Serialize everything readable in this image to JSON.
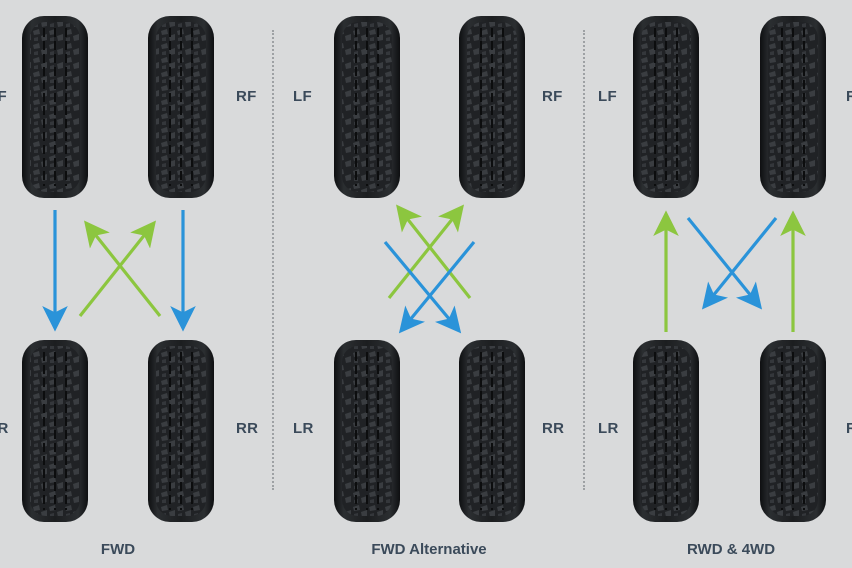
{
  "labels": {
    "fwd": {
      "lf": "LF",
      "rf": "RF",
      "lr": "LR",
      "rr": "RR"
    },
    "alt": {
      "lf": "LF",
      "rf": "RF",
      "lr": "LR",
      "rr": "RR"
    },
    "rwd": {
      "lf": "LF",
      "rf": "RF",
      "lr": "LR",
      "rr": "RR"
    }
  },
  "captions": {
    "fwd": "FWD",
    "alt": "FWD Alternative",
    "rwd": "RWD & 4WD"
  },
  "colors": {
    "background": "#d9dadb",
    "blue_arrow": "#2a93d9",
    "green_arrow": "#8cc63f",
    "tire": "#1f2124",
    "label_text": "#3b4a5a"
  }
}
